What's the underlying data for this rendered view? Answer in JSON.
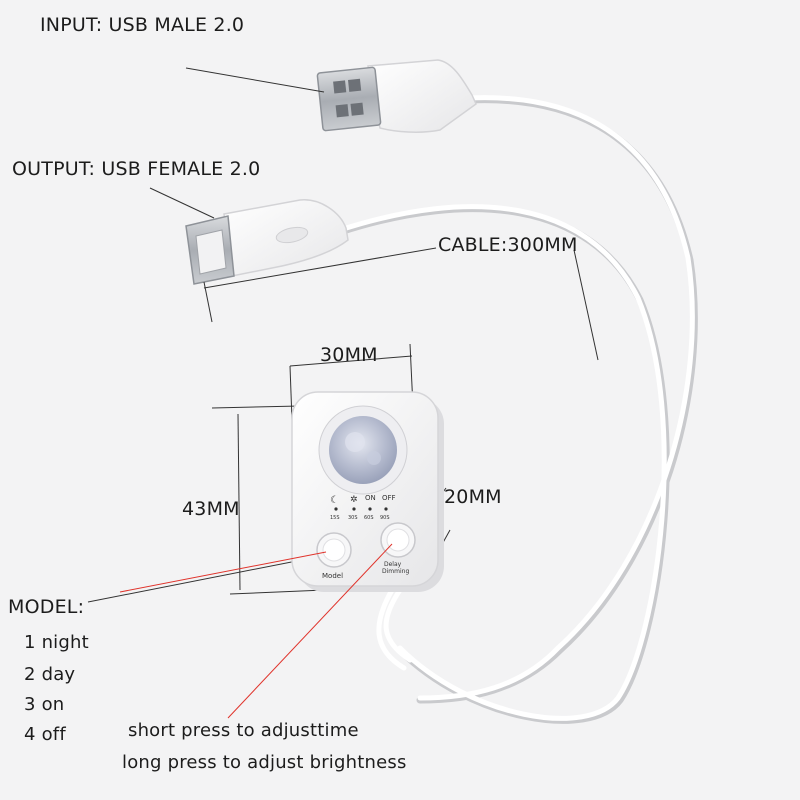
{
  "labels": {
    "input": "INPUT: USB MALE 2.0",
    "output": "OUTPUT: USB FEMALE 2.0",
    "cable": "CABLE:300MM",
    "width": "30MM",
    "height": "43MM",
    "depth": "20MM",
    "model_heading": "MODEL:",
    "modes": [
      "1 night",
      "2 day",
      "3 on",
      "4 off"
    ],
    "short_press": "short press to adjusttime",
    "long_press": "long press to adjust brightness"
  },
  "device": {
    "mode_indicators": [
      "ON",
      "OFF"
    ],
    "timer_marks": [
      "15S",
      "30S",
      "60S",
      "90S"
    ],
    "button_model": "Model",
    "button_delay": "Delay",
    "button_dimming": "Dimming"
  },
  "colors": {
    "background": "#f3f3f4",
    "plastic": "#fbfbfb",
    "cable": "#ffffff",
    "connector_metal": "#b9bcc0",
    "pointer_red": "#e0332b",
    "lens": "#b9bfd2"
  }
}
